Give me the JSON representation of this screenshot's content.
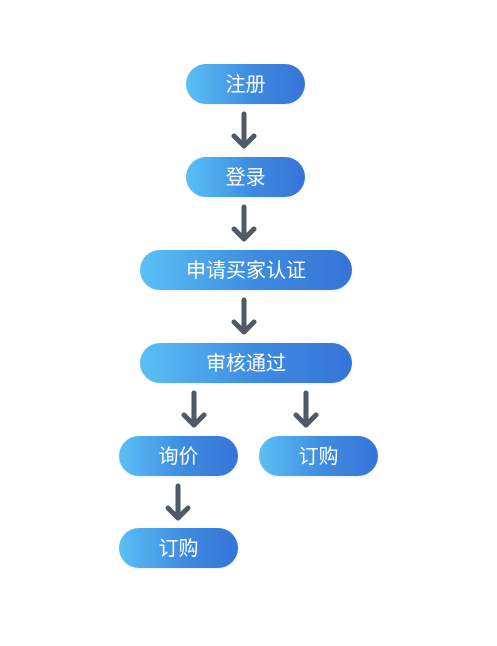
{
  "flow": {
    "register": "注册",
    "login": "登录",
    "apply_buyer_cert": "申请买家认证",
    "review_passed": "审核通过",
    "inquiry": "询价",
    "order_right": "订购",
    "order_bottom": "订购"
  },
  "colors": {
    "node_gradient_start": "#5bc0f5",
    "node_gradient_end": "#3674d8",
    "arrow": "#4f5a66",
    "node_text": "#ffffff"
  }
}
